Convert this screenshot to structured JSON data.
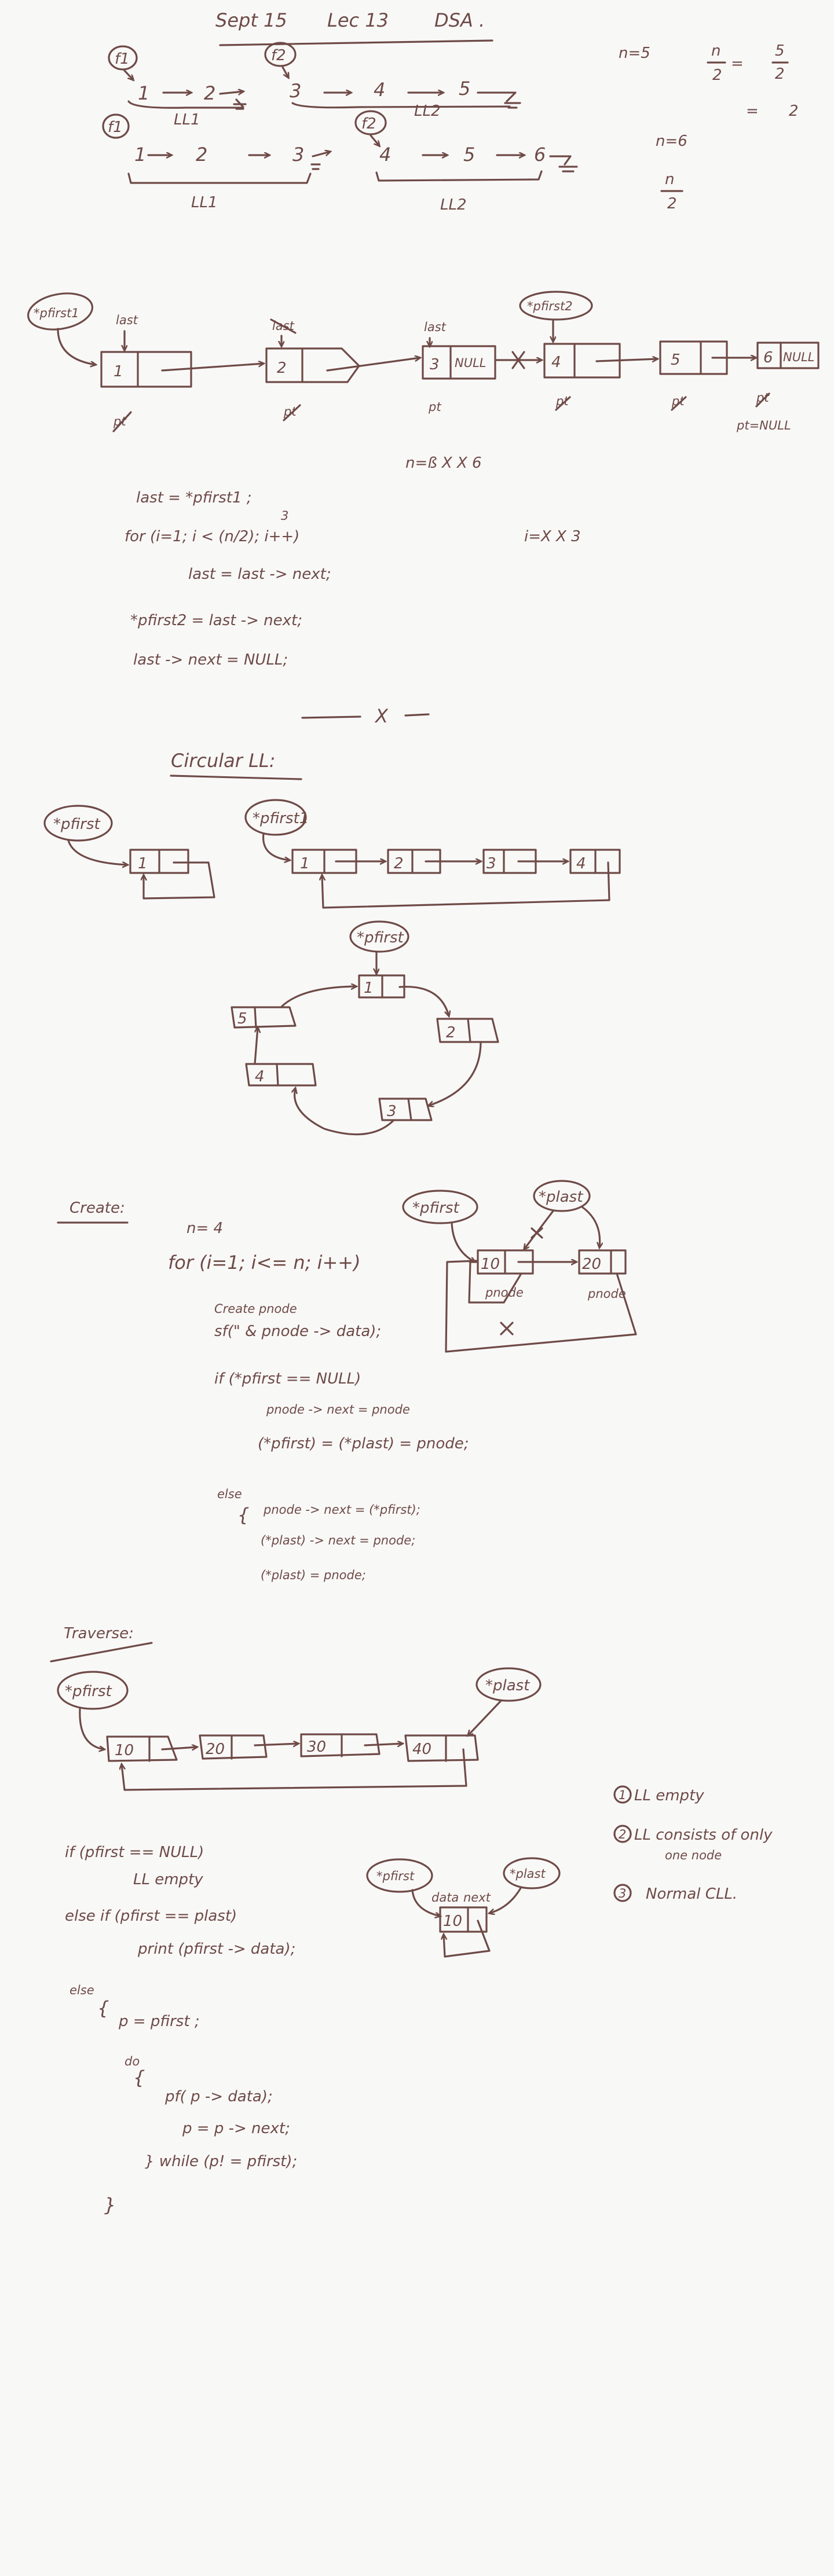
{
  "header": {
    "date": "Sept 15",
    "lecture": "Lec 13",
    "subject": "DSA ."
  },
  "split_notes": {
    "f1": "f1",
    "f2": "f2",
    "ll1": "LL1",
    "ll2": "LL2",
    "row1": [
      "1",
      "2",
      "3",
      "4",
      "5"
    ],
    "row2": [
      "1",
      "2",
      "3",
      "4",
      "5",
      "6"
    ],
    "n5": "n=5",
    "n6": "n=6",
    "frac_num": "n",
    "frac_den": "2",
    "frac_eq": "=",
    "five": "5",
    "two": "2"
  },
  "split_list": {
    "pfirst1": "*pfirst1",
    "pfirst2": "*pfirst2",
    "last": "last",
    "pt": "pt",
    "ptnull": "pt=NULL",
    "null": "NULL",
    "null2": "NULL",
    "nodes": [
      "1",
      "2",
      "3",
      "4",
      "5",
      "6"
    ],
    "n_notes": "n=ß X X 6",
    "i_notes": "i=X X 3"
  },
  "split_code": {
    "l1": "last = *pfirst1 ;",
    "l2": "for (i=1; i < (n/2); i++)",
    "l3": "last = last -> next;",
    "l4": "*pfirst2 = last -> next;",
    "l5": "last -> next = NULL;",
    "sub3": "3",
    "divider": "X"
  },
  "circular": {
    "title": "Circular LL:",
    "pfirst": "*pfirst",
    "pfirst1": "*pfirst1",
    "pfirst_ring": "*pfirst",
    "single": "1",
    "chain": [
      "1",
      "2",
      "3",
      "4"
    ],
    "ring": [
      "1",
      "2",
      "3",
      "4",
      "5"
    ]
  },
  "create": {
    "title": "Create:",
    "n": "n= 4",
    "loop": "for (i=1; i<= n; i++)",
    "c1": "Create pnode",
    "c2": "sf(\" & pnode -> data);",
    "c3": "if (*pfirst == NULL)",
    "c4": "pnode -> next = pnode",
    "c5": "(*pfirst) = (*plast) = pnode;",
    "c6": "else",
    "c7": "pnode -> next = (*pfirst);",
    "c8": "(*plast) -> next = pnode;",
    "c9": "(*plast) = pnode;",
    "pfirst": "*pfirst",
    "plast": "*plast",
    "n10": "10",
    "n20": "20",
    "pnode": "pnode"
  },
  "traverse": {
    "title": "Traverse:",
    "pfirst": "*pfirst",
    "plast": "*plast",
    "nodes": [
      "10",
      "20",
      "30",
      "40"
    ],
    "cases": [
      "LL empty",
      "LL consists of only",
      "one node",
      "Normal CLL."
    ],
    "nums": [
      "1",
      "2",
      "3"
    ],
    "t1": "if (pfirst == NULL)",
    "t2": "LL empty",
    "t3": "else if (pfirst == plast)",
    "t4": "print (pfirst -> data);",
    "t5": "else",
    "t6": "p = pfirst ;",
    "t7": "do",
    "t8": "pf( p -> data);",
    "t9": "p = p -> next;",
    "t10": "} while (p! = pfirst);",
    "t11": "}",
    "brace": "{",
    "small_pfirst": "*pfirst",
    "small_plast": "*plast",
    "data": "data",
    "next": "next",
    "n10": "10"
  }
}
